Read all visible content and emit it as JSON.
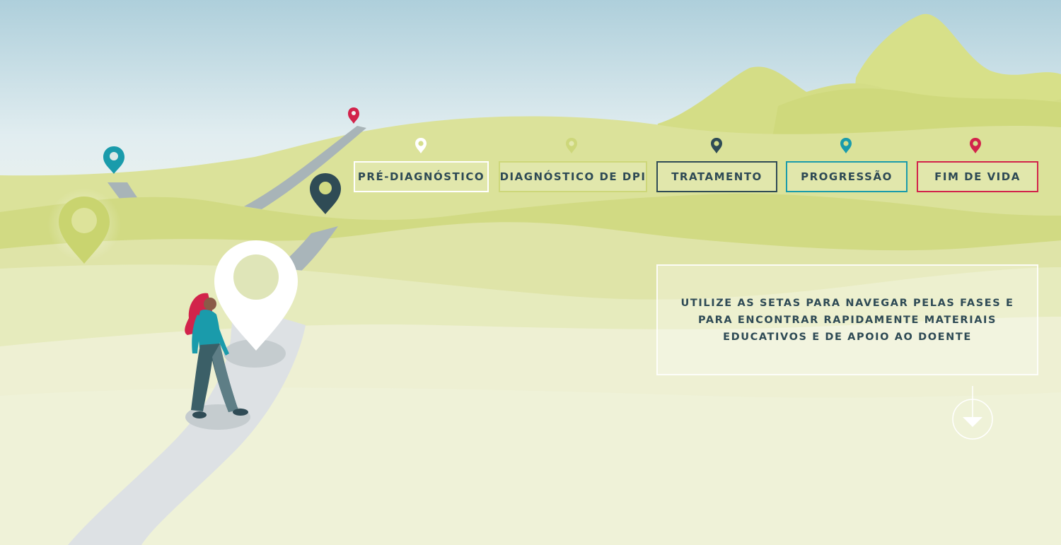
{
  "phases": [
    {
      "label": "PRÉ-DIAGNÓSTICO",
      "color": "#ffffff"
    },
    {
      "label": "DIAGNÓSTICO DE DPI",
      "color": "#cdd77a"
    },
    {
      "label": "TRATAMENTO",
      "color": "#2f4b55"
    },
    {
      "label": "PROGRESSÃO",
      "color": "#1a9bab"
    },
    {
      "label": "FIM DE VIDA",
      "color": "#d2234b"
    }
  ],
  "info": {
    "text": "UTILIZE AS SETAS PARA NAVEGAR PELAS FASES E PARA ENCONTRAR RAPIDAMENTE MATERIAIS EDUCATIVOS E DE APOIO AO DOENTE"
  },
  "icons": {
    "phase_pin": "map-pin-icon",
    "scroll": "arrow-down-circle-icon"
  },
  "colors": {
    "text": "#2e4a55",
    "sky_top": "#b2d4de",
    "hills": "#d6e08a",
    "path": "#dfe3e6"
  }
}
